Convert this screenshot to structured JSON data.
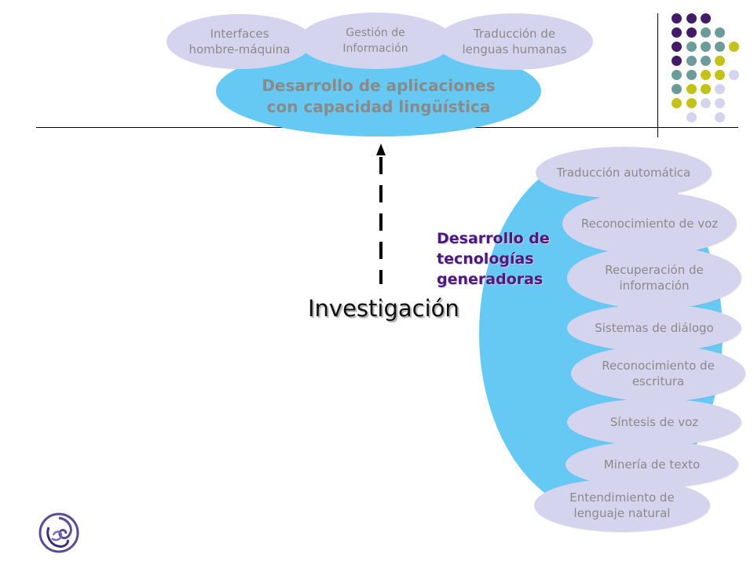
{
  "top": {
    "main_label": "Desarrollo de aplicaciones\ncon capacidad lingüística",
    "sub_items": [
      {
        "label": "Interfaces\nhombre-máquina"
      },
      {
        "label": "Gestión de\nInformación"
      },
      {
        "label": "Traducción de\nlenguas humanas"
      }
    ]
  },
  "center": {
    "research_label": "Investigación"
  },
  "right": {
    "title": "Desarrollo de\ntecnologías\ngeneradoras",
    "items": [
      {
        "label": "Traducción automática"
      },
      {
        "label": "Reconocimiento de voz"
      },
      {
        "label": "Recuperación de\ninformación"
      },
      {
        "label": "Sistemas de diálogo"
      },
      {
        "label": "Reconocimiento de\nescritura"
      },
      {
        "label": "Síntesis de voz"
      },
      {
        "label": "Minería de texto"
      },
      {
        "label": "Entendimiento de\nlenguaje natural"
      }
    ]
  },
  "colors": {
    "sky": "#66c9f4",
    "lavender": "#d4d4ee",
    "purple": "#421c69",
    "teal": "#6c9c9a",
    "olive": "#c2c21a",
    "title_purple": "#4b1a7a"
  },
  "icons": {
    "logo": "swirl-logo-icon",
    "decor": "dot-grid-decoration"
  }
}
